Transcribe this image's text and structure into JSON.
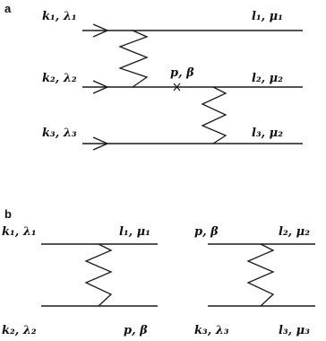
{
  "panel_a": {
    "tag": "a",
    "labels": {
      "k1": "k₁, λ₁",
      "l1": "l₁, μ₁",
      "k2": "k₂, λ₂",
      "vertex": "p, β",
      "l2": "l₂, μ₂",
      "k3": "k₃, λ₃",
      "l3": "l₃, μ₂"
    }
  },
  "panel_b": {
    "tag": "b",
    "left": {
      "top_left": "k₁, λ₁",
      "top_right": "l₁, μ₁",
      "bottom_left": "k₂, λ₂",
      "bottom_right": "p, β"
    },
    "right": {
      "top_left": "p, β",
      "top_right": "l₂, μ₂",
      "bottom_left": "k₃, λ₃",
      "bottom_right": "l₃, μ₃"
    }
  }
}
